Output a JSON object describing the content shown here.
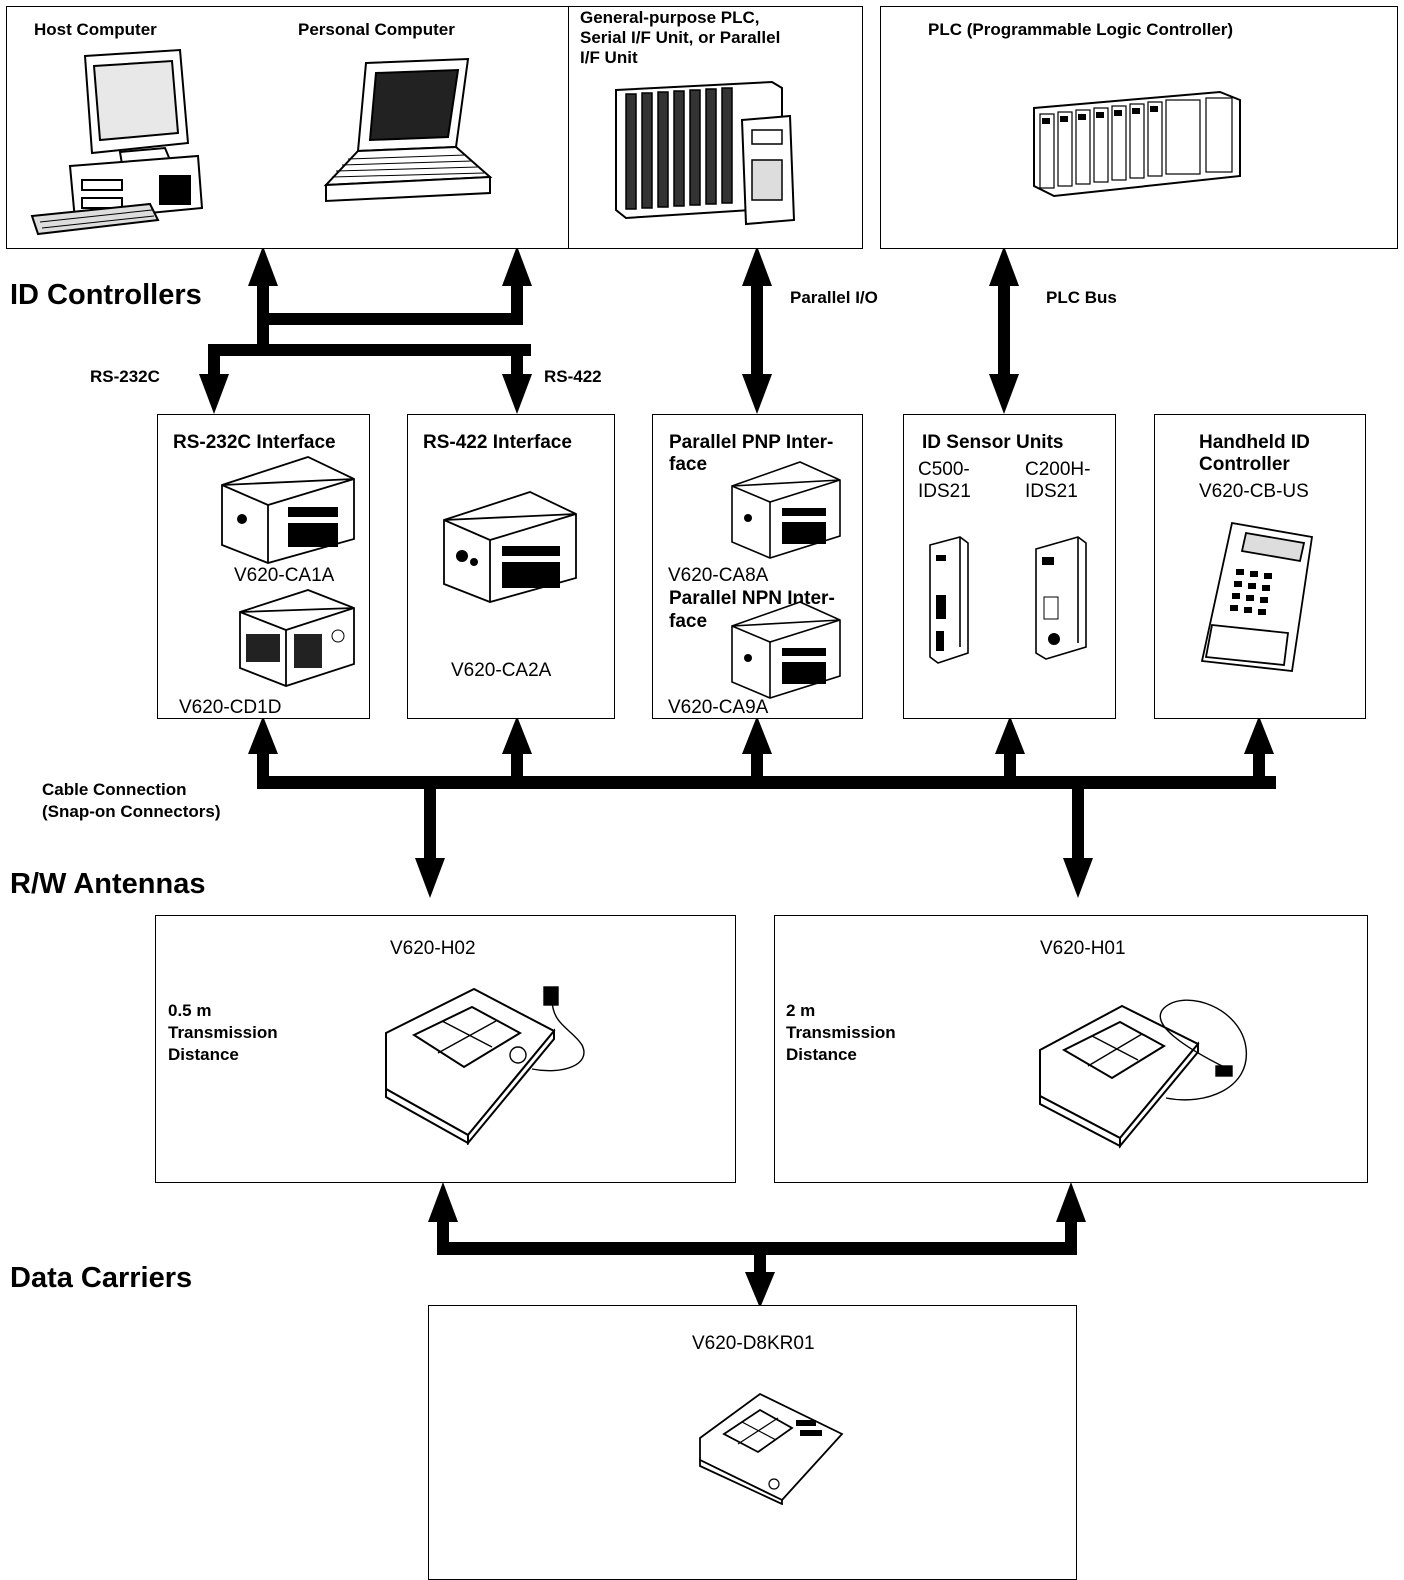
{
  "top_panels": {
    "host_computer": "Host Computer",
    "personal_computer": "Personal Computer",
    "general_plc_l1": "General-purpose PLC,",
    "general_plc_l2": "Serial I/F Unit, or Parallel",
    "general_plc_l3": "I/F Unit",
    "plc": "PLC (Programmable Logic Controller)"
  },
  "sections": {
    "id_controllers": "ID Controllers",
    "rw_antennas": "R/W Antennas",
    "data_carriers": "Data Carriers"
  },
  "links": {
    "rs232c": "RS-232C",
    "rs422": "RS-422",
    "parallel_io": "Parallel I/O",
    "plc_bus": "PLC Bus",
    "cable_l1": "Cable Connection",
    "cable_l2": "(Snap-on Connectors)"
  },
  "controllers": {
    "rs232c": {
      "title": "RS-232C Interface",
      "model1": "V620-CA1A",
      "model2": "V620-CD1D"
    },
    "rs422": {
      "title": "RS-422 Interface",
      "model": "V620-CA2A"
    },
    "parallel": {
      "pnp_l1": "Parallel PNP Inter-",
      "pnp_l2": "face",
      "pnp_model": "V620-CA8A",
      "npn_l1": "Parallel NPN Inter-",
      "npn_l2": "face",
      "npn_model": "V620-CA9A"
    },
    "sensor": {
      "title": "ID Sensor Units",
      "c500_l1": "C500-",
      "c500_l2": "IDS21",
      "c200h_l1": "C200H-",
      "c200h_l2": "IDS21"
    },
    "handheld": {
      "title_l1": "Handheld ID",
      "title_l2": "Controller",
      "model": "V620-CB-US"
    }
  },
  "antennas": {
    "h02": {
      "model": "V620-H02",
      "dist_l1": "0.5 m",
      "dist_l2": "Transmission",
      "dist_l3": "Distance"
    },
    "h01": {
      "model": "V620-H01",
      "dist_l1": "2 m",
      "dist_l2": "Transmission",
      "dist_l3": "Distance"
    }
  },
  "data_carrier": {
    "model": "V620-D8KR01"
  }
}
